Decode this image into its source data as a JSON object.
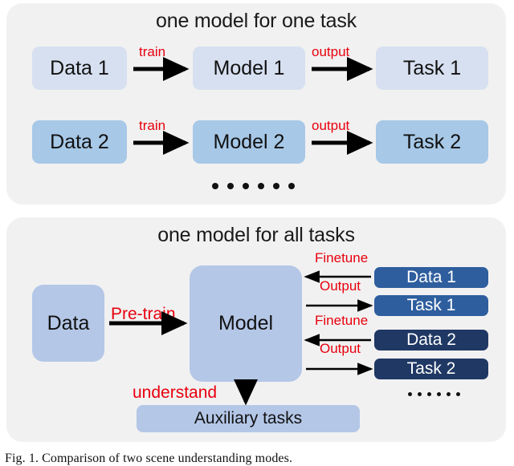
{
  "figure": {
    "caption": "Fig. 1. Comparison of two scene understanding modes."
  },
  "colors": {
    "panel_bg": "#f1f1f1",
    "light_blue": "#d7e0f0",
    "mid_blue": "#a7c8e7",
    "model_blue": "#b4c7e7",
    "dark_blue_1": "#2e5e9e",
    "dark_blue_2": "#1f3864",
    "arrow_label_red": "#e8000d",
    "arrow_black": "#000000"
  },
  "panel_top": {
    "title": "one model for one task",
    "rows": [
      {
        "data": "Data 1",
        "model": "Model 1",
        "task": "Task 1",
        "label_left": "train",
        "label_right": "output"
      },
      {
        "data": "Data 2",
        "model": "Model 2",
        "task": "Task 2",
        "label_left": "train",
        "label_right": "output"
      }
    ],
    "ellipsis_dots": 6
  },
  "panel_bottom": {
    "title": "one model for all tasks",
    "data_box": "Data",
    "model_box": "Model",
    "pretrain_label": "Pre-train",
    "understand_label": "understand",
    "auxiliary_box": "Auxiliary tasks",
    "right_items": [
      {
        "label": "Data 1",
        "arrow_label": "Finetune",
        "direction": "left"
      },
      {
        "label": "Task 1",
        "arrow_label": "Output",
        "direction": "right"
      },
      {
        "label": "Data 2",
        "arrow_label": "Finetune",
        "direction": "left"
      },
      {
        "label": "Task 2",
        "arrow_label": "Output",
        "direction": "right"
      }
    ],
    "ellipsis_dots": 6
  }
}
